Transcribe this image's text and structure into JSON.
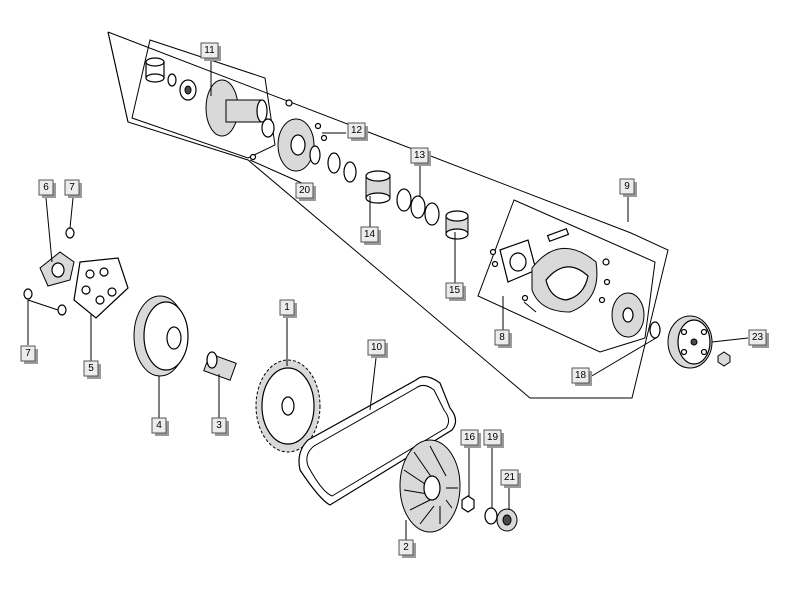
{
  "callouts": {
    "c1": "1",
    "c2": "2",
    "c3": "3",
    "c4": "4",
    "c5": "5",
    "c6": "6",
    "c7a": "7",
    "c7b": "7",
    "c8": "8",
    "c9": "9",
    "c10": "10",
    "c11": "11",
    "c12": "12",
    "c13": "13",
    "c14": "14",
    "c15": "15",
    "c16": "16",
    "c18": "18",
    "c19": "19",
    "c20": "20",
    "c21": "21",
    "c23": "23"
  }
}
